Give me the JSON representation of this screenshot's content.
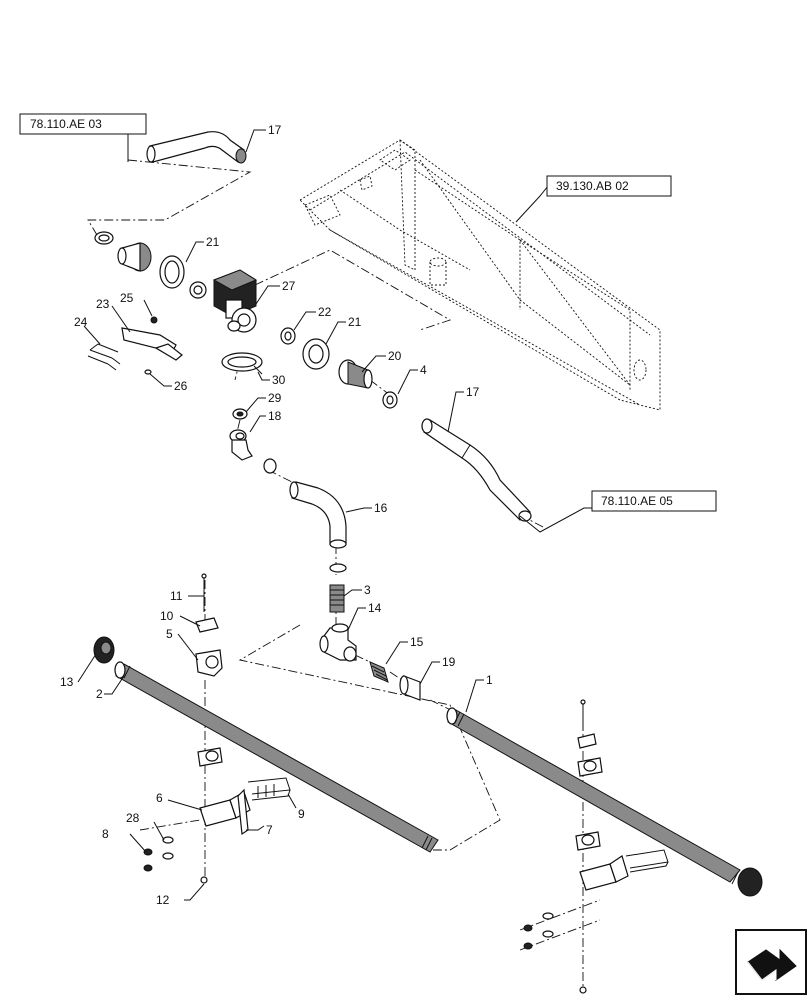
{
  "references": {
    "top_left": "78.110.AE 03",
    "top_right": "39.130.AB 02",
    "right_mid": "78.110.AE 05"
  },
  "callouts": {
    "c1": "1",
    "c2": "2",
    "c3": "3",
    "c4": "4",
    "c5": "5",
    "c6": "6",
    "c7": "7",
    "c8": "8",
    "c9": "9",
    "c10": "10",
    "c11": "11",
    "c12": "12",
    "c13": "13",
    "c14": "14",
    "c15": "15",
    "c16": "16",
    "c17a": "17",
    "c17b": "17",
    "c18": "18",
    "c19": "19",
    "c20": "20",
    "c21a": "21",
    "c21b": "21",
    "c22": "22",
    "c23": "23",
    "c24": "24",
    "c25": "25",
    "c26": "26",
    "c27": "27",
    "c28": "28",
    "c29": "29",
    "c30": "30"
  },
  "icons": {
    "nav": "next-page-arrow-icon"
  }
}
